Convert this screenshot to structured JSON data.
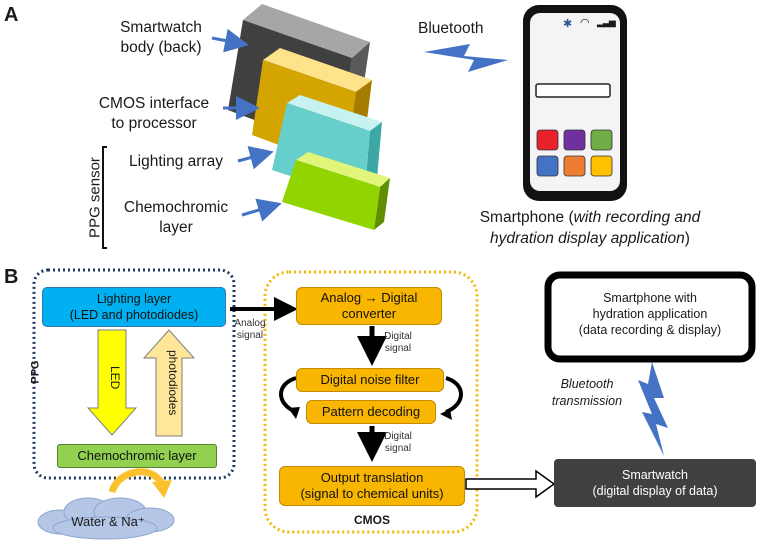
{
  "panel_a": {
    "label": "A",
    "smartwatch_body": [
      "Smartwatch",
      "body (back)"
    ],
    "cmos_interface": [
      "CMOS interface",
      "to processor"
    ],
    "lighting_array": "Lighting array",
    "chemochromic": [
      "Chemochromic",
      "layer"
    ],
    "ppg_sensor": "PPG sensor",
    "bluetooth": "Bluetooth",
    "phone_caption_line1_plain": "Smartphone (",
    "phone_caption_line1_italic": "with recording and",
    "phone_caption_line2_italic": "hydration display application",
    "phone_caption_line2_plain": ")",
    "app_tile_colors": [
      "#e8222a",
      "#7030a0",
      "#70ad47",
      "#4472c4",
      "#ed7d31",
      "#ffc000"
    ]
  },
  "panel_b": {
    "label": "B",
    "lighting_layer": [
      "Lighting layer",
      "(LED and photodiodes)"
    ],
    "led": "LED",
    "photodiodes": "photodiodes",
    "ppg": "PPG",
    "chemochromic_layer": "Chemochromic layer",
    "water": "Water & Na⁺",
    "analog_signal": [
      "Analog",
      "signal"
    ],
    "adc": [
      "Analog → Digital",
      "converter"
    ],
    "digital_signal_1": [
      "Digital",
      "signal"
    ],
    "noise_filter": "Digital noise filter",
    "pattern_decoding": "Pattern decoding",
    "digital_signal_2": [
      "Digital",
      "signal"
    ],
    "output_translation": [
      "Output translation",
      "(signal to chemical units)"
    ],
    "cmos": "CMOS",
    "smartphone": [
      "Smartphone with",
      "hydration application",
      "(data recording & display)"
    ],
    "bluetooth_transmission": [
      "Bluetooth",
      "transmission"
    ],
    "smartwatch": [
      "Smartwatch",
      "(digital display of data)"
    ]
  }
}
